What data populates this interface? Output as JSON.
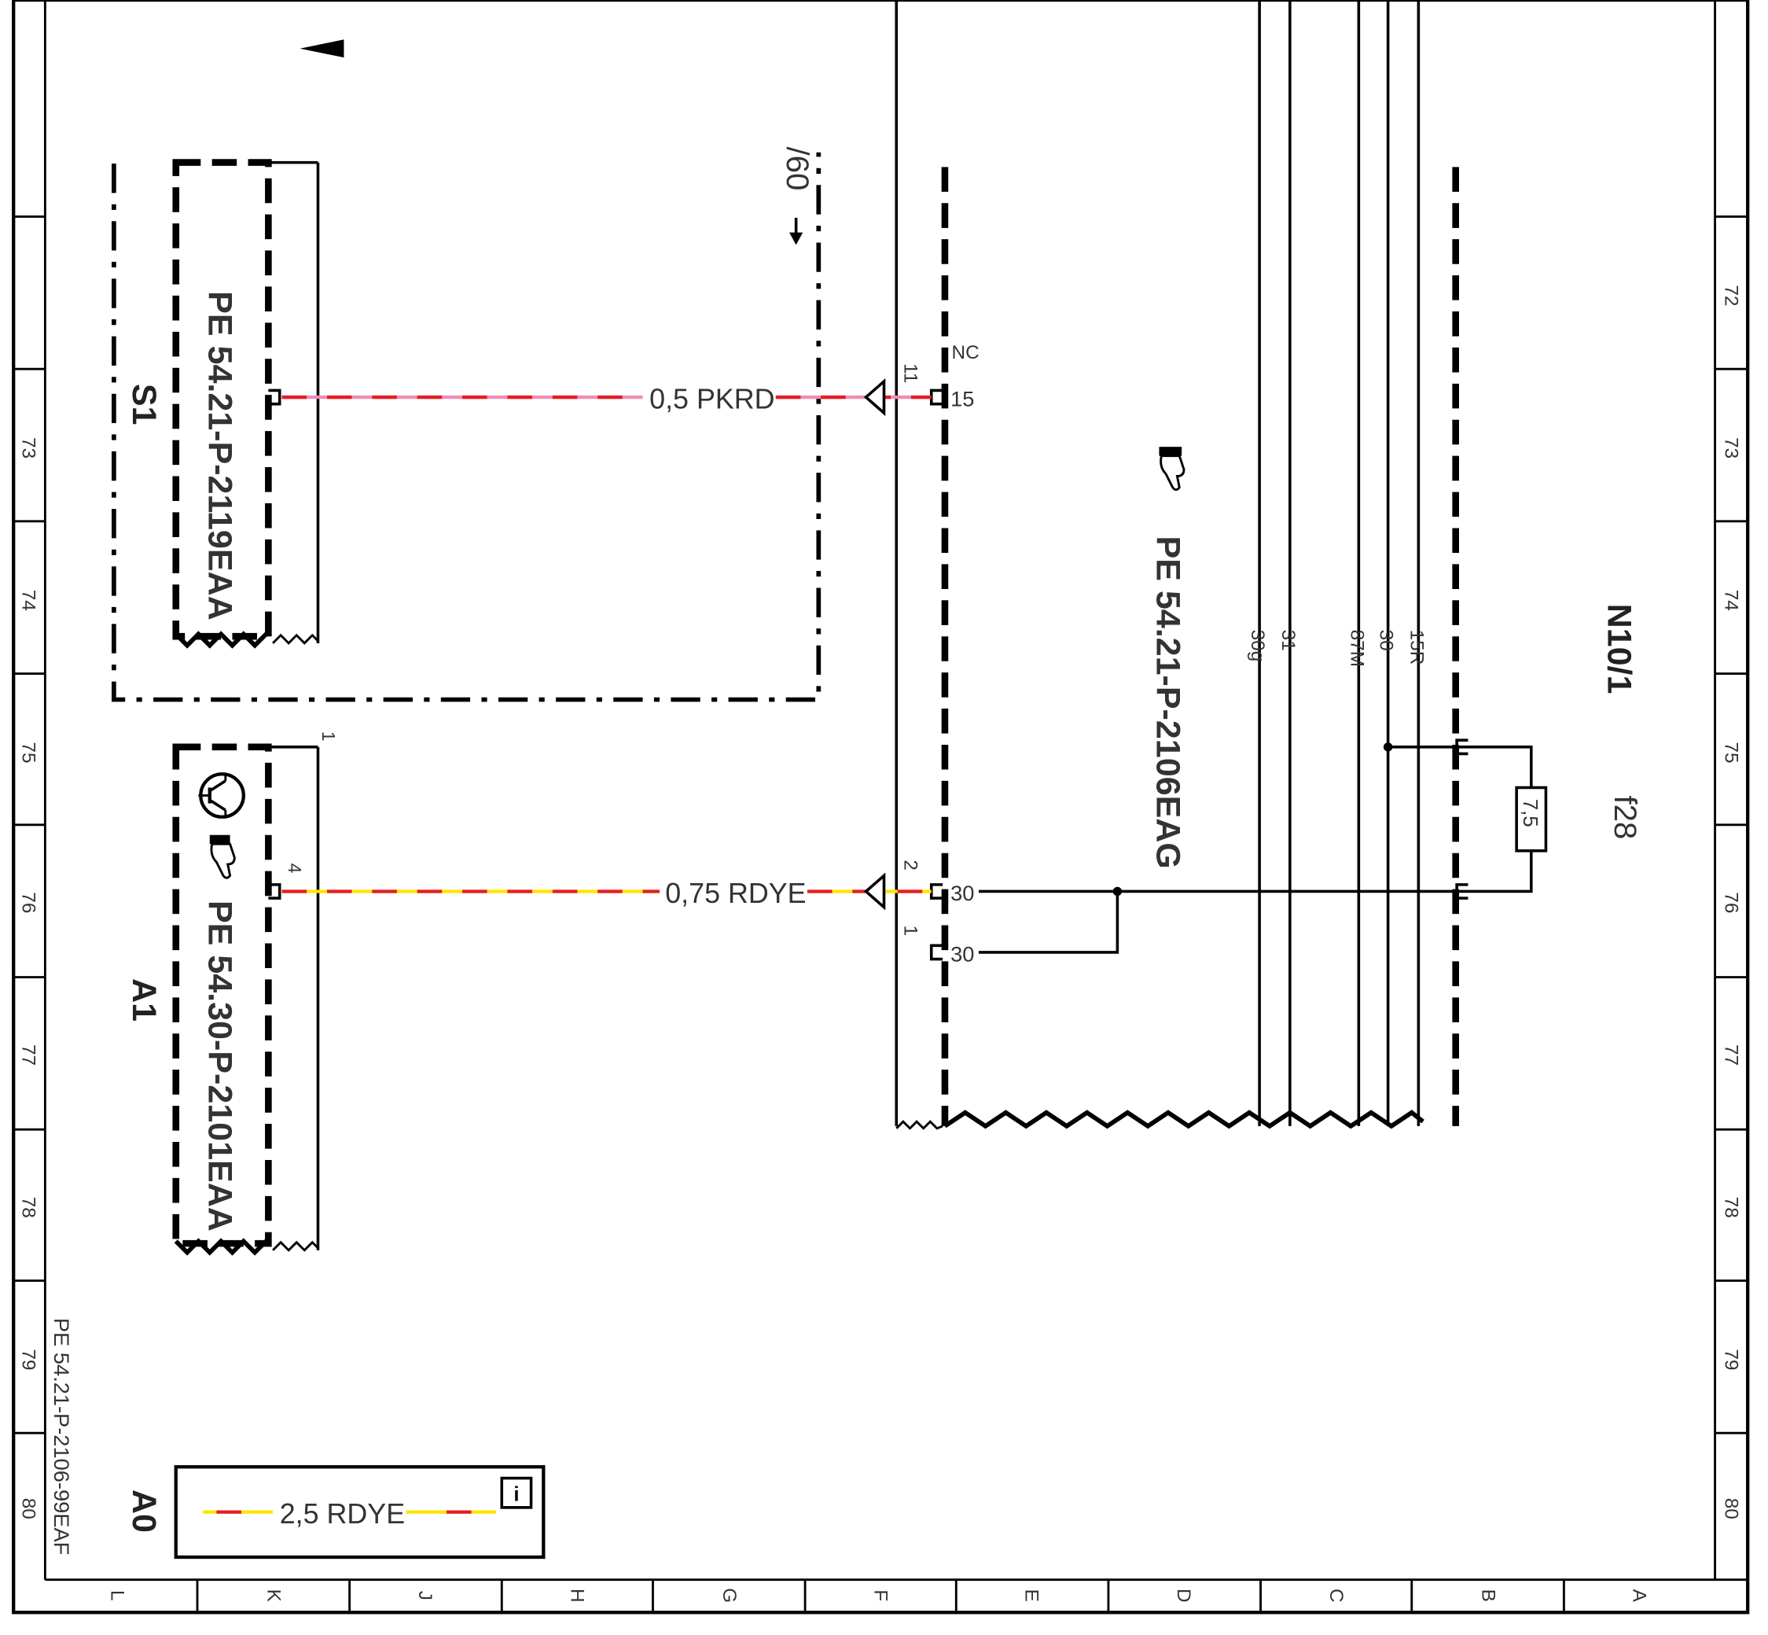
{
  "drawing": {
    "document_ref": "PE 54.21-P-2106-99EAF",
    "left_scale": [
      "73",
      "74",
      "75",
      "76",
      "77",
      "78",
      "79",
      "80"
    ],
    "right_scale": [
      "72",
      "73",
      "74",
      "75",
      "76",
      "77",
      "78",
      "79",
      "80"
    ],
    "bottom_scale": [
      "L",
      "K",
      "J",
      "H",
      "G",
      "F",
      "E",
      "D",
      "C",
      "B",
      "A"
    ]
  },
  "components": {
    "s1": {
      "id": "S1",
      "ref": "PE 54.21-P-2119EAA"
    },
    "a1": {
      "id": "A1",
      "ref": "PE 54.30-P-2101EAA",
      "pin_top": "1",
      "pin_wire": "4"
    },
    "n10": {
      "id": "N10/1",
      "ref": "PE 54.21-P-2106EAG",
      "fuse_label": "f28",
      "fuse_rating": "7,5"
    },
    "a0": {
      "id": "A0",
      "wire": "2,5 RDYE",
      "info_icon": "info-icon"
    },
    "dest_ref": "/60"
  },
  "wires": {
    "w1": {
      "label": "0,5 PKRD",
      "colors": [
        "#e31e24",
        "#f08bb5"
      ]
    },
    "w2": {
      "label": "0,75 RDYE",
      "colors": [
        "#e31e24",
        "#ffe500"
      ]
    }
  },
  "pins": {
    "nc": "NC",
    "p11": "11",
    "t15": "15",
    "p2": "2",
    "t30a": "30",
    "p1": "1",
    "t30b": "30"
  },
  "bus_labels": [
    "30g",
    "31",
    "87M",
    "30",
    "15R"
  ],
  "icons": [
    "arrow-left-icon",
    "hand-pointer-icon",
    "transistor-icon",
    "info-icon",
    "arrow-down-icon"
  ]
}
